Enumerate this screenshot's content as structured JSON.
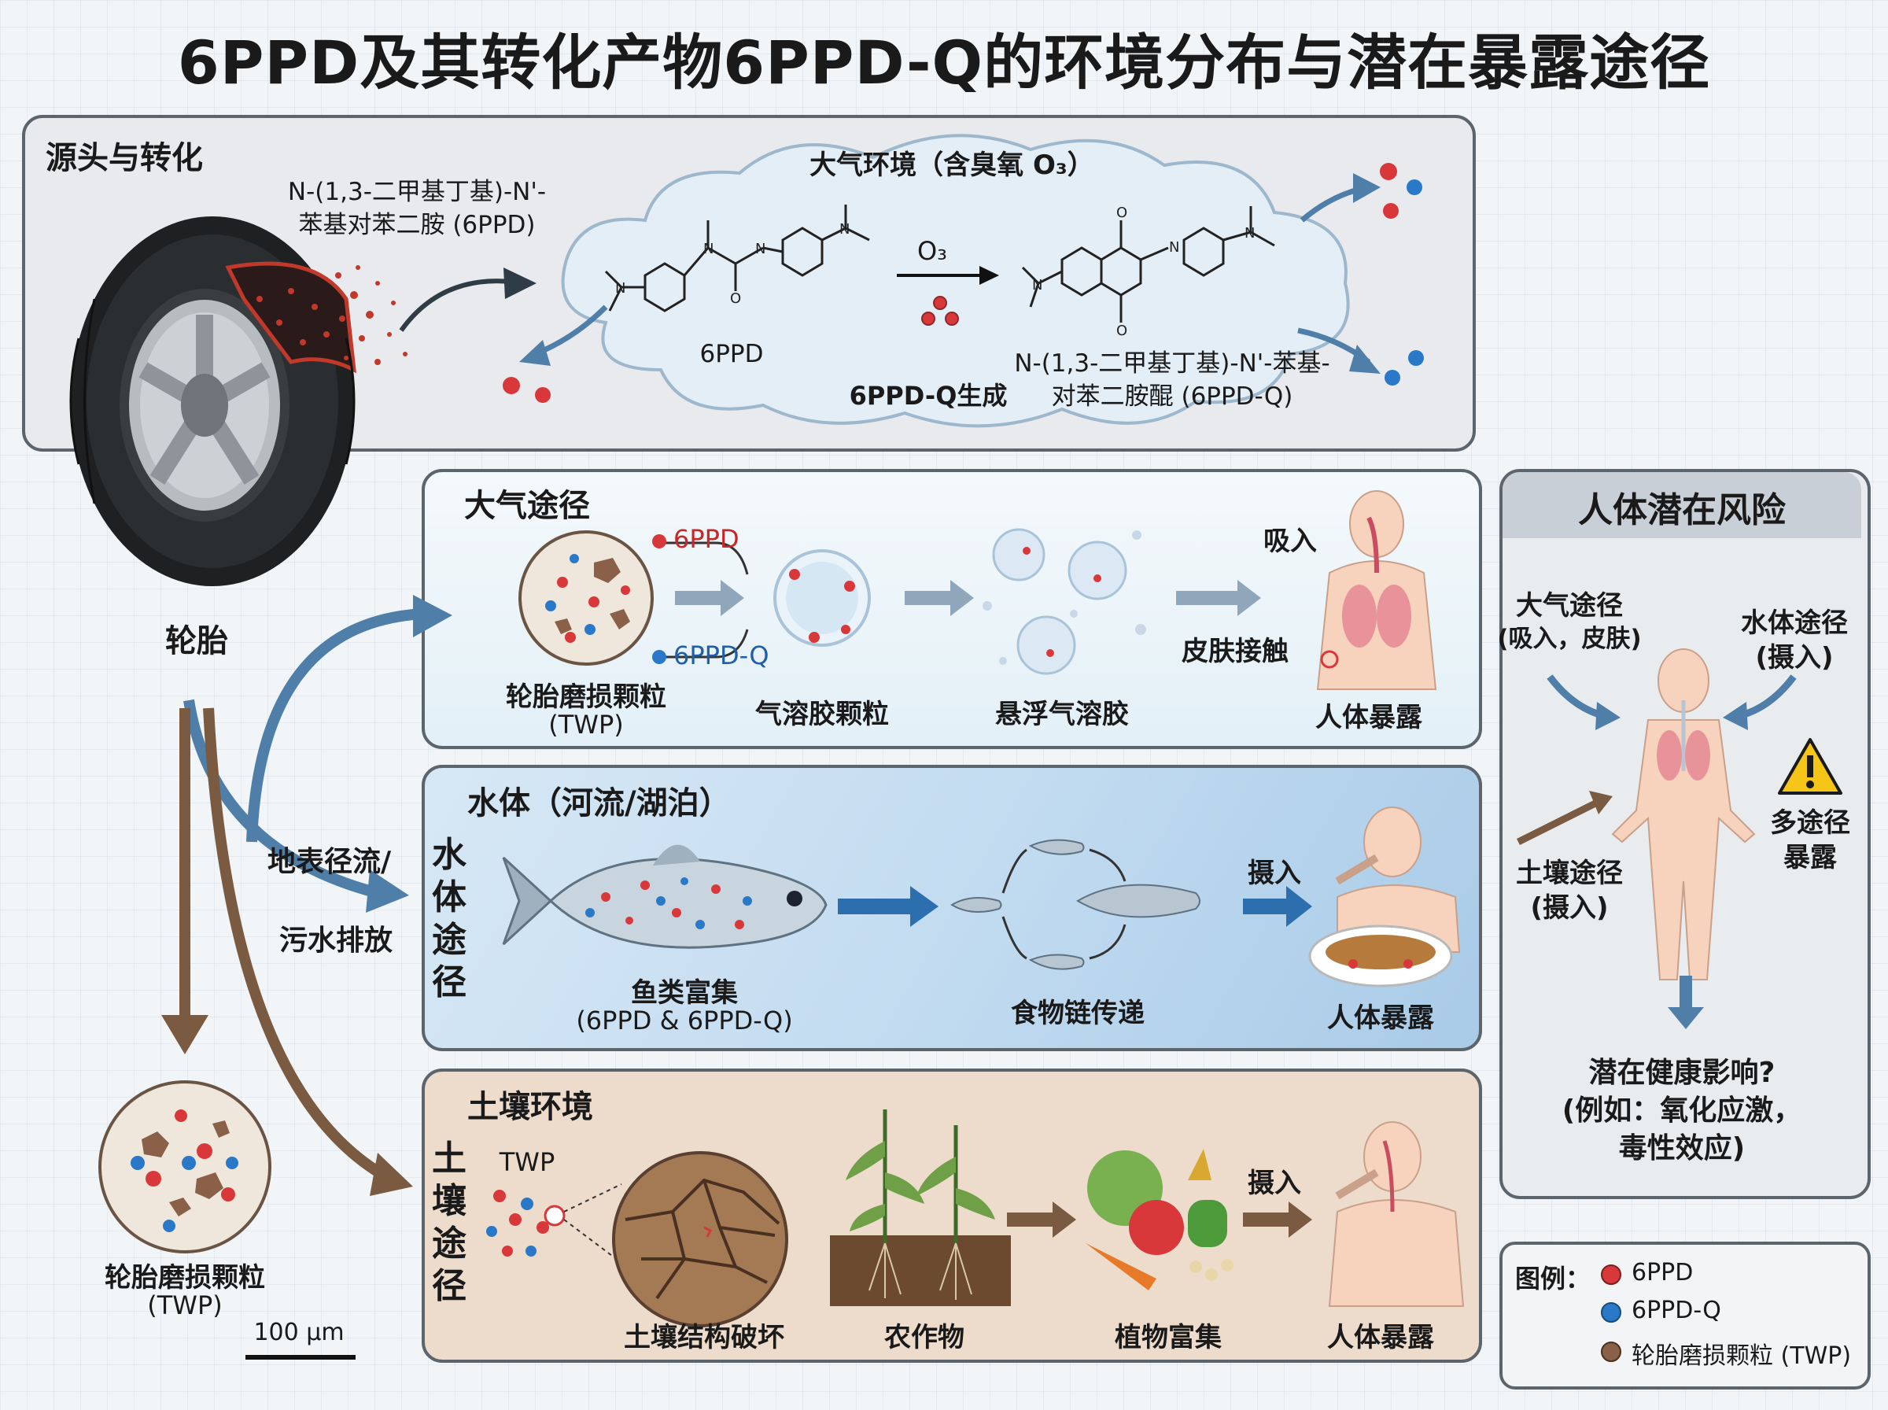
{
  "title": "6PPD及其转化产物6PPD-Q的环境分布与潜在暴露途径",
  "source": {
    "heading": "源头与转化",
    "tire_label": "轮胎",
    "compound_6ppd_name_line1": "N-(1,3-二甲基丁基)-N'-",
    "compound_6ppd_name_line2": "苯基对苯二胺 (6PPD)",
    "cloud_title": "大气环境（含臭氧 O₃）",
    "reactant_label": "6PPD",
    "reagent_label": "O₃",
    "product_label": "6PPD-Q生成",
    "product_name_line1": "N-(1,3-二甲基丁基)-N'-苯基-",
    "product_name_line2": "对苯二胺醌 (6PPD-Q)"
  },
  "runoff_label_line1": "地表径流/",
  "runoff_label_line2": "污水排放",
  "twp_side": {
    "label_line1": "轮胎磨损颗粒",
    "label_line2": "(TWP)",
    "scale": "100 μm"
  },
  "air_pathway": {
    "heading": "大气途径",
    "tag_6ppd": "6PPD",
    "tag_6ppdq": "6PPD-Q",
    "twp_line1": "轮胎磨损颗粒",
    "twp_line2": "(TWP)",
    "aerosol": "气溶胶颗粒",
    "suspended": "悬浮气溶胶",
    "inhale": "吸入",
    "skin": "皮肤接触",
    "exposure": "人体暴露"
  },
  "water_pathway": {
    "heading": "水体（河流/湖泊）",
    "vertical": [
      "水",
      "体",
      "途",
      "径"
    ],
    "fish_line1": "鱼类富集",
    "fish_line2": "(6PPD & 6PPD-Q)",
    "food_chain": "食物链传递",
    "ingest": "摄入",
    "exposure": "人体暴露"
  },
  "soil_pathway": {
    "heading": "土壤环境",
    "vertical": [
      "土",
      "壤",
      "途",
      "径"
    ],
    "twp": "TWP",
    "damage": "土壤结构破坏",
    "crops": "农作物",
    "plants": "植物富集",
    "ingest": "摄入",
    "exposure": "人体暴露"
  },
  "risk": {
    "heading": "人体潜在风险",
    "air_line1": "大气途径",
    "air_line2": "(吸入，皮肤)",
    "water_line1": "水体途径",
    "water_line2": "(摄入)",
    "soil_line1": "土壤途径",
    "soil_line2": "(摄入)",
    "multi_line1": "多途径",
    "multi_line2": "暴露",
    "health_line1": "潜在健康影响?",
    "health_line2": "(例如：氧化应激，",
    "health_line3": "毒性效应)"
  },
  "legend": {
    "title": "图例：",
    "items": [
      "6PPD",
      "6PPD-Q",
      "轮胎磨损颗粒 (TWP)"
    ]
  },
  "colors": {
    "red_6ppd": "#d9383a",
    "blue_6ppdq": "#2a78c8",
    "brown_twp": "#8a6048",
    "air_arrow": "#4f7fa8",
    "soil_arrow": "#7a5a40"
  }
}
